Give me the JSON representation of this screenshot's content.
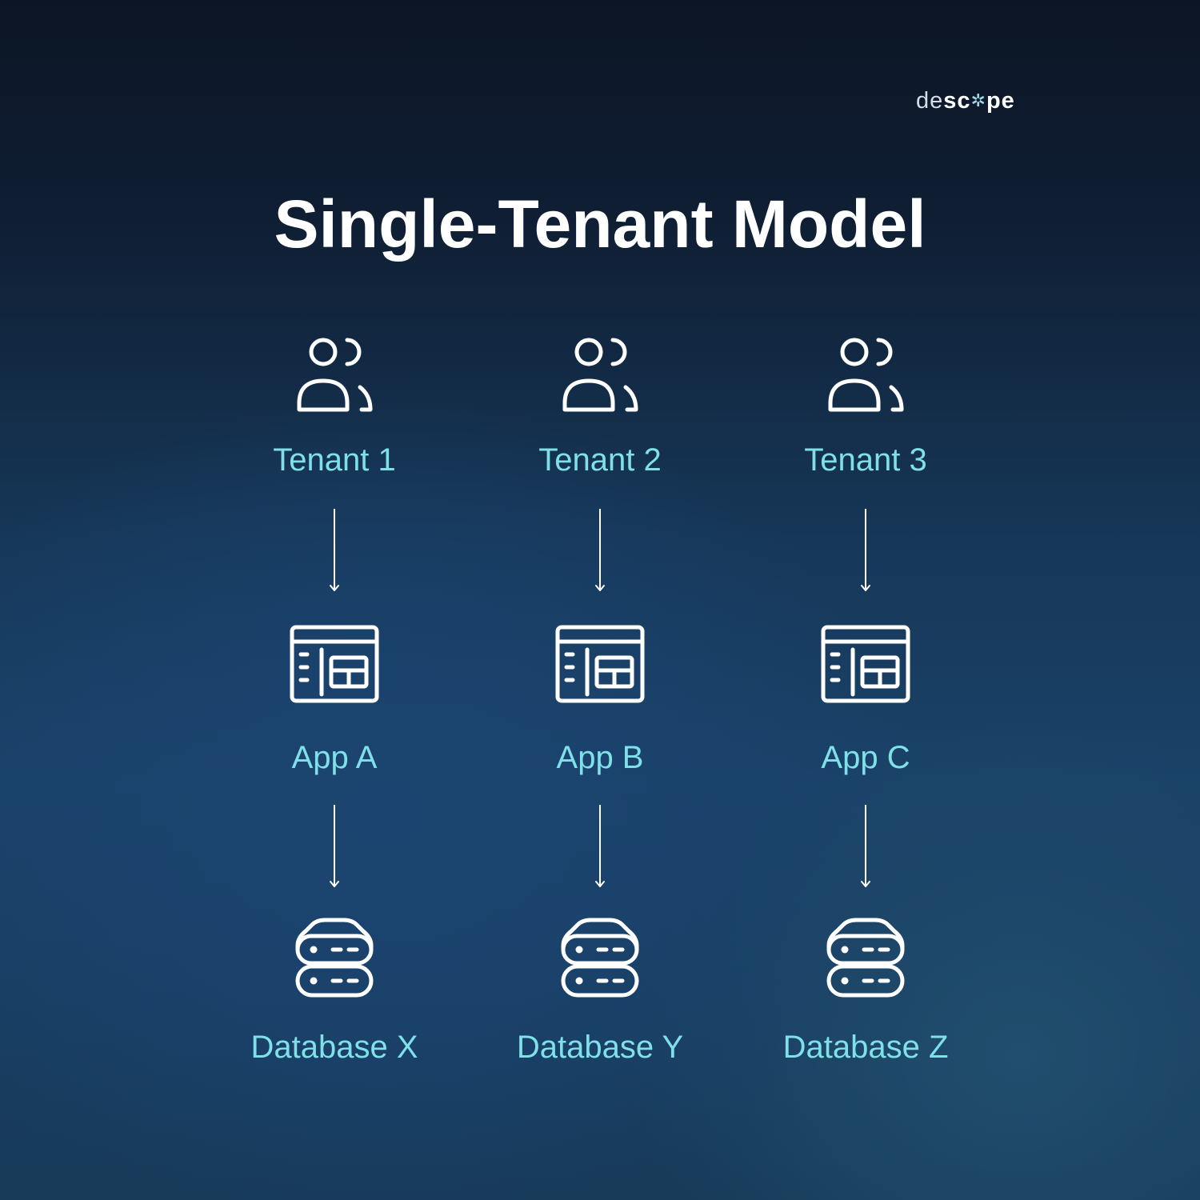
{
  "logo": {
    "text_light": "de",
    "text_bold": "sc",
    "mark": "✲",
    "text_end": "pe"
  },
  "title": "Single-Tenant Model",
  "columns": [
    {
      "tenant": "Tenant 1",
      "app": "App A",
      "database": "Database X"
    },
    {
      "tenant": "Tenant 2",
      "app": "App B",
      "database": "Database Y"
    },
    {
      "tenant": "Tenant 3",
      "app": "App C",
      "database": "Database Z"
    }
  ],
  "icons": {
    "tenant": "users-icon",
    "app": "app-window-icon",
    "database": "database-server-icon",
    "connector": "arrow-down-icon"
  },
  "colors": {
    "label": "#7fe0e8",
    "icon": "#ffffff",
    "title": "#ffffff"
  }
}
